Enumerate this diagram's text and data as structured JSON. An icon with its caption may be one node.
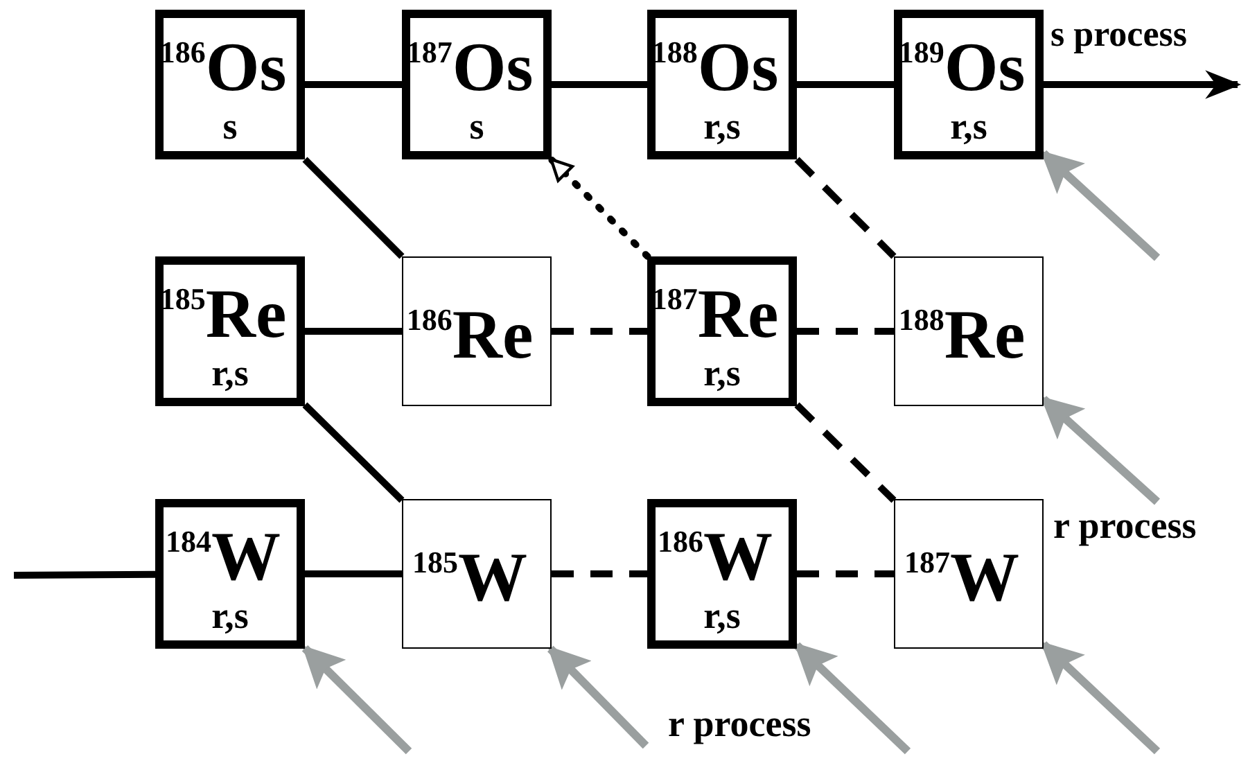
{
  "diagram": {
    "nodes": [
      {
        "text": [
          "$^{186}$Os",
          "s"
        ]
      },
      {
        "text": [
          "$^{187}$Os",
          "s"
        ]
      },
      {
        "text": [
          "$^{188}$Os",
          "r,s"
        ]
      },
      {
        "text": [
          "$^{189}$Os",
          "r,s"
        ]
      },
      {
        "text": [
          "$^{185}$Re",
          "r,s"
        ]
      },
      {
        "text": [
          "$^{186}$Re"
        ]
      },
      {
        "text": [
          "$^{187}$Re",
          "r,s"
        ]
      },
      {
        "text": [
          "$^{188}$Re"
        ]
      },
      {
        "text": [
          "$^{184}$W",
          "r,s"
        ]
      },
      {
        "text": [
          "$^{185}$W"
        ]
      },
      {
        "text": [
          "$^{186}$W",
          "r,s"
        ]
      },
      {
        "text": [
          "$^{187}$W"
        ]
      }
    ],
    "edges": [
      {
        "from": 0,
        "to": 1,
        "arrow": "none"
      },
      {
        "from": 1,
        "to": 2,
        "arrow": "none"
      },
      {
        "from": 2,
        "to": 3,
        "arrow": "none"
      },
      {
        "from": 3,
        "to": null,
        "arrow": "to",
        "label": "s process"
      },
      {
        "from": 0,
        "to": 5,
        "arrow": "none"
      },
      {
        "from": 4,
        "to": 5,
        "arrow": "none"
      },
      {
        "from": 5,
        "to": 6,
        "arrow": "none",
        "style": "dashed"
      },
      {
        "from": 6,
        "to": 1,
        "arrow": "to",
        "style": "dashed"
      },
      {
        "from": 6,
        "to": 7,
        "arrow": "none",
        "style": "dashed"
      },
      {
        "from": 2,
        "to": 7,
        "arrow": "none",
        "style": "dashed"
      },
      {
        "from": 4,
        "to": 9,
        "arrow": "none"
      },
      {
        "from": null,
        "to": 8,
        "arrow": "none"
      },
      {
        "from": 8,
        "to": 9,
        "arrow": "none"
      },
      {
        "from": 9,
        "to": 10,
        "arrow": "none",
        "style": "dashed"
      },
      {
        "from": 10,
        "to": 11,
        "arrow": "none",
        "style": "dashed"
      },
      {
        "from": 6,
        "to": 11,
        "arrow": "none",
        "style": "dashed"
      },
      {
        "from": null,
        "to": 3,
        "arrow": "to",
        "color": "#9a9f9f"
      },
      {
        "from": null,
        "to": 7,
        "arrow": "to",
        "color": "#9a9f9f"
      },
      {
        "from": null,
        "to": 8,
        "arrow": "to",
        "color": "#9a9f9f"
      },
      {
        "from": null,
        "to": 9,
        "arrow": "to",
        "color": "#9a9f9f"
      },
      {
        "from": null,
        "to": 10,
        "arrow": "to",
        "color": "#9a9f9f"
      },
      {
        "from": null,
        "to": 11,
        "arrow": "to",
        "color": "#9a9f9f"
      }
    ],
    "labels": [
      "r process",
      "r process"
    ]
  }
}
